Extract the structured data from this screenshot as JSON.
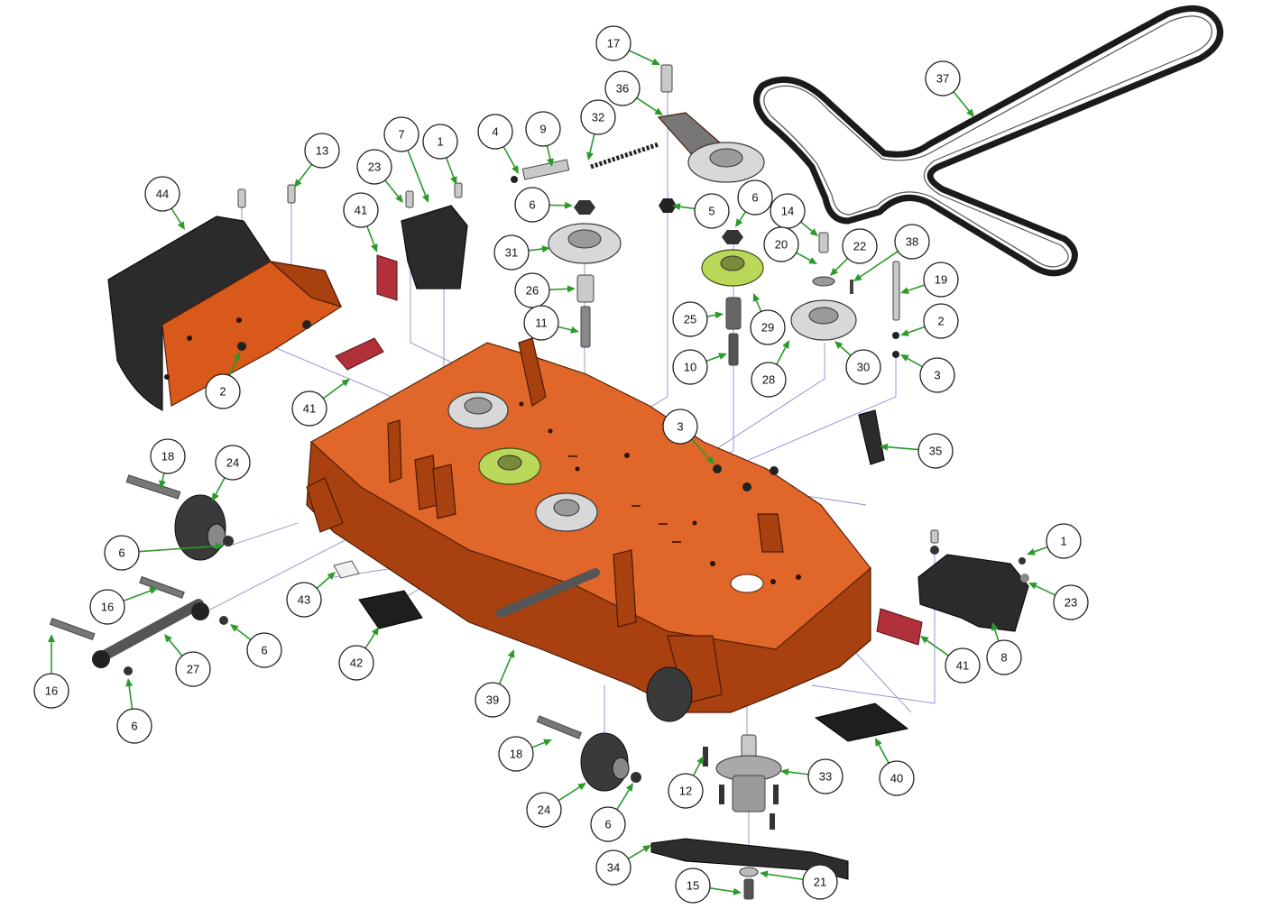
{
  "diagram": {
    "parts": [
      {
        "id": "p17",
        "label": "17"
      },
      {
        "id": "p36",
        "label": "36"
      },
      {
        "id": "p37",
        "label": "37"
      },
      {
        "id": "p4",
        "label": "4"
      },
      {
        "id": "p9",
        "label": "9"
      },
      {
        "id": "p32",
        "label": "32"
      },
      {
        "id": "p7",
        "label": "7"
      },
      {
        "id": "p1a",
        "label": "1"
      },
      {
        "id": "p13",
        "label": "13"
      },
      {
        "id": "p23a",
        "label": "23"
      },
      {
        "id": "p44",
        "label": "44"
      },
      {
        "id": "p41a",
        "label": "41"
      },
      {
        "id": "p6a",
        "label": "6"
      },
      {
        "id": "p5",
        "label": "5"
      },
      {
        "id": "p6b",
        "label": "6"
      },
      {
        "id": "p14",
        "label": "14"
      },
      {
        "id": "p31",
        "label": "31"
      },
      {
        "id": "p20",
        "label": "20"
      },
      {
        "id": "p22",
        "label": "22"
      },
      {
        "id": "p38",
        "label": "38"
      },
      {
        "id": "p26",
        "label": "26"
      },
      {
        "id": "p19",
        "label": "19"
      },
      {
        "id": "p25",
        "label": "25"
      },
      {
        "id": "p29",
        "label": "29"
      },
      {
        "id": "p2a",
        "label": "2"
      },
      {
        "id": "p11",
        "label": "11"
      },
      {
        "id": "p10",
        "label": "10"
      },
      {
        "id": "p30",
        "label": "30"
      },
      {
        "id": "p28",
        "label": "28"
      },
      {
        "id": "p3a",
        "label": "3"
      },
      {
        "id": "p2b",
        "label": "2"
      },
      {
        "id": "p41b",
        "label": "41"
      },
      {
        "id": "p3b",
        "label": "3"
      },
      {
        "id": "p35",
        "label": "35"
      },
      {
        "id": "p18a",
        "label": "18"
      },
      {
        "id": "p24a",
        "label": "24"
      },
      {
        "id": "p6c",
        "label": "6"
      },
      {
        "id": "p1b",
        "label": "1"
      },
      {
        "id": "p16a",
        "label": "16"
      },
      {
        "id": "p43",
        "label": "43"
      },
      {
        "id": "p23b",
        "label": "23"
      },
      {
        "id": "p16b",
        "label": "16"
      },
      {
        "id": "p27",
        "label": "27"
      },
      {
        "id": "p6d",
        "label": "6"
      },
      {
        "id": "p42",
        "label": "42"
      },
      {
        "id": "p41c",
        "label": "41"
      },
      {
        "id": "p8",
        "label": "8"
      },
      {
        "id": "p16c",
        "label": "16"
      },
      {
        "id": "p39",
        "label": "39"
      },
      {
        "id": "p6e",
        "label": "6"
      },
      {
        "id": "p18b",
        "label": "18"
      },
      {
        "id": "p33",
        "label": "33"
      },
      {
        "id": "p40",
        "label": "40"
      },
      {
        "id": "p12",
        "label": "12"
      },
      {
        "id": "p24b",
        "label": "24"
      },
      {
        "id": "p6f",
        "label": "6"
      },
      {
        "id": "p34",
        "label": "34"
      },
      {
        "id": "p21",
        "label": "21"
      },
      {
        "id": "p15",
        "label": "15"
      }
    ],
    "colors": {
      "deck": "#d9591b",
      "leader": "#2a9a2a",
      "guide": "#8a8ad8",
      "pulley_green": "#b9d85a",
      "decal_red": "#b0313a"
    }
  }
}
